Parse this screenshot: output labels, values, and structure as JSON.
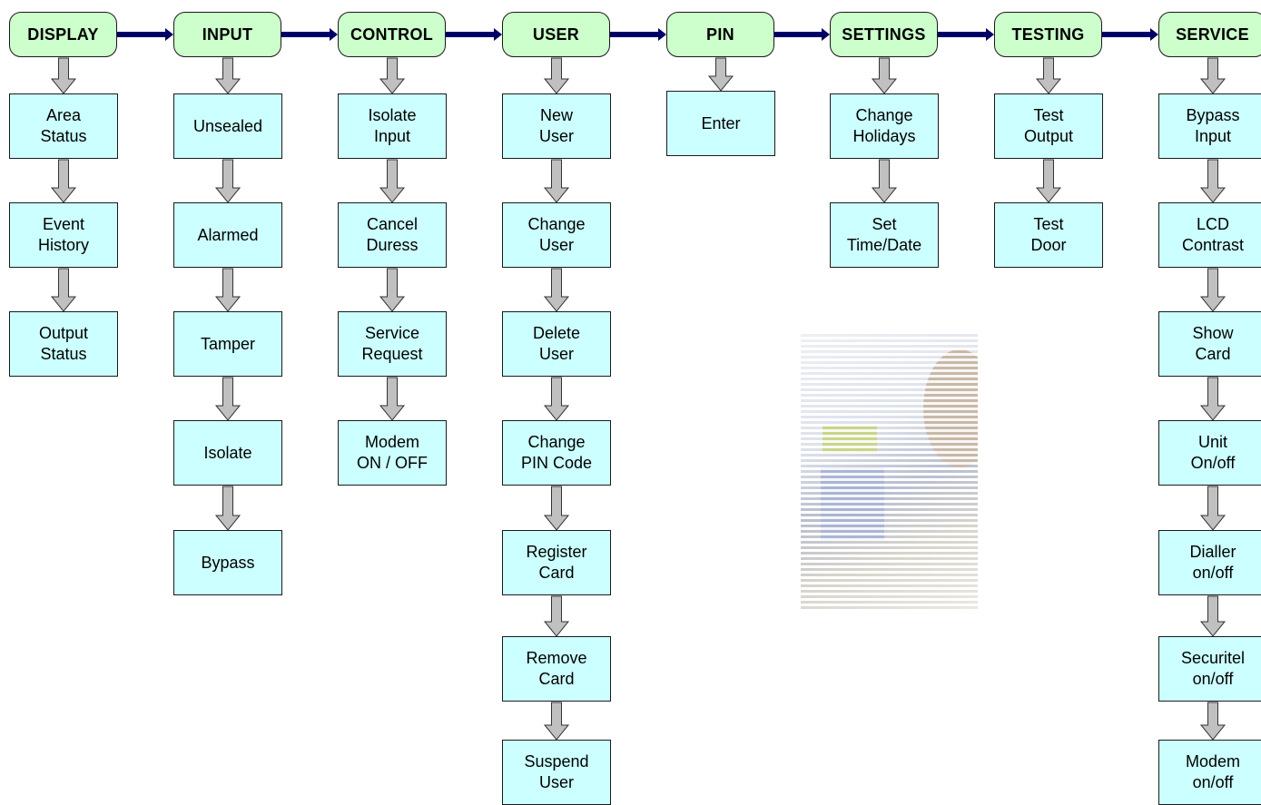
{
  "colors": {
    "header_fill": "#ccffcc",
    "box_fill": "#ccffff",
    "main_arrow": "#000066",
    "down_arrow": "#c0c0c0"
  },
  "columns": [
    {
      "id": "display",
      "title": "DISPLAY",
      "items": [
        "Area\nStatus",
        "Event\nHistory",
        "Output\nStatus"
      ]
    },
    {
      "id": "input",
      "title": "INPUT",
      "items": [
        "Unsealed",
        "Alarmed",
        "Tamper",
        "Isolate",
        "Bypass"
      ]
    },
    {
      "id": "control",
      "title": "CONTROL",
      "items": [
        "Isolate\nInput",
        "Cancel\nDuress",
        "Service\nRequest",
        "Modem\nON / OFF"
      ]
    },
    {
      "id": "user",
      "title": "USER",
      "items": [
        "New\nUser",
        "Change\nUser",
        "Delete\nUser",
        "Change\nPIN Code",
        "Register\nCard",
        "Remove\nCard",
        "Suspend\nUser"
      ]
    },
    {
      "id": "pin",
      "title": "PIN",
      "items": [
        "Enter"
      ]
    },
    {
      "id": "settings",
      "title": "SETTINGS",
      "items": [
        "Change\nHolidays",
        "Set\nTime/Date"
      ]
    },
    {
      "id": "testing",
      "title": "TESTING",
      "items": [
        "Test\nOutput",
        "Test\nDoor"
      ]
    },
    {
      "id": "service",
      "title": "SERVICE",
      "items": [
        "Bypass\nInput",
        "LCD\nContrast",
        "Show\nCard",
        "Unit\nOn/off",
        "Dialler\non/off",
        "Securitel\non/off",
        "Modem\non/off"
      ]
    }
  ]
}
